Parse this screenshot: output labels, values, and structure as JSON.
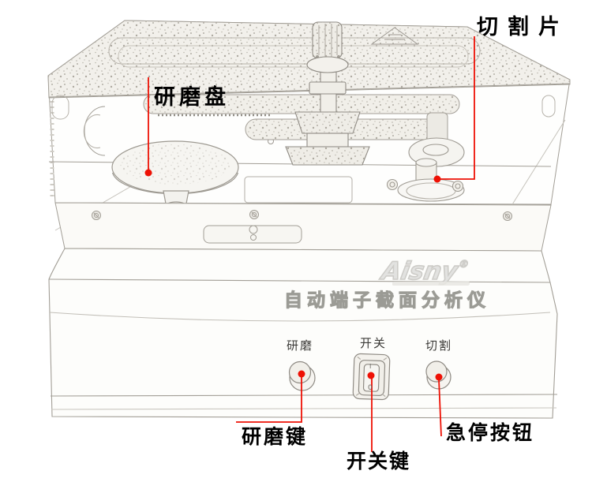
{
  "annotations": {
    "cutting_blade": "切割片",
    "grinding_disc": "研磨盘",
    "grinding_key": "研磨键",
    "switch_key": "开关键",
    "emergency_stop": "急停按钮"
  },
  "panel": {
    "title": "自动端子截面分析仪",
    "grind_label": "研磨",
    "switch_label": "开关",
    "cut_label": "切割",
    "switch_on_mark": "I",
    "switch_off_mark": "0"
  },
  "watermark": {
    "text": "Aisny",
    "mark": "®"
  },
  "colors": {
    "leader_line_red": "#ee1105",
    "label_text": "#000000",
    "sketch_line": "#a29e96",
    "title_outline": "#9b9b95",
    "watermark_gray": "#cdccc8"
  }
}
